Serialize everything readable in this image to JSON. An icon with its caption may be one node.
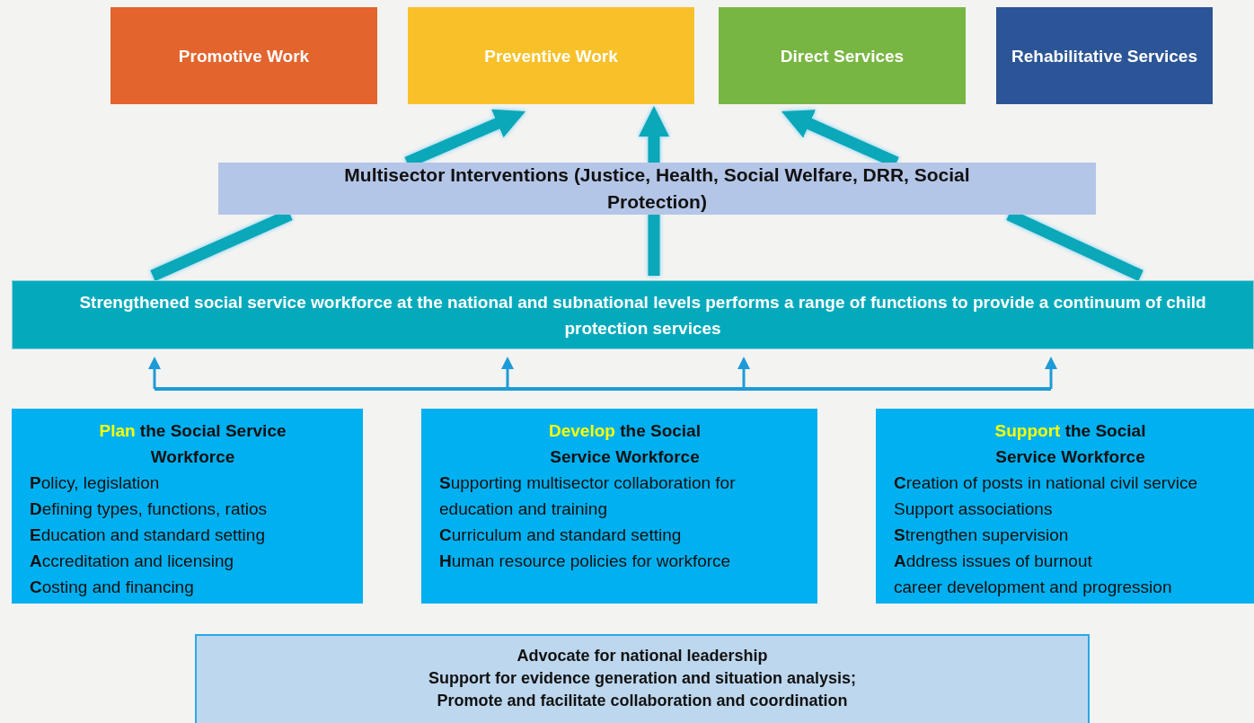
{
  "diagram": {
    "nodes": [
      {
        "text": [
          "Promotive Work"
        ]
      },
      {
        "text": [
          "Preventive Work"
        ]
      },
      {
        "text": [
          "Direct Services"
        ]
      },
      {
        "text": [
          "Rehabilitative Services"
        ]
      },
      {
        "text": [
          "Multisector Interventions (Justice, Health, Social Welfare, DRR, Social Protection)"
        ]
      },
      {
        "text": [
          "Strengthened social service workforce at the national and subnational levels performs a range of functions to provide a continuum of child protection services"
        ]
      },
      {
        "text": [
          "*Plan* the Social Service Workforce",
          "**P**olicy, legislation",
          "**D**efining types, functions, ratios",
          "**E**ducation and standard setting",
          "**A**ccreditation and licensing",
          "**C**osting and financing"
        ]
      },
      {
        "text": [
          "*Develop* the Social Service Workforce",
          "**S**upporting multisector collaboration for education and training",
          "**C**urriculum and standard setting",
          "**H**uman resource policies for workforce"
        ]
      },
      {
        "text": [
          "*Support* the Social Service Workforce",
          "**C**reation of posts in national civil service",
          "Support associations",
          "**S**trengthen supervision",
          "**A**ddress issues of burnout",
          "career development and progression"
        ]
      },
      {
        "text": [
          "Advocate for national leadership",
          "Support for evidence generation and situation analysis;",
          "Promote and facilitate collaboration and coordination"
        ]
      }
    ],
    "edges": [
      {
        "from": 5,
        "to": 4,
        "arrow": "none"
      },
      {
        "from": 5,
        "to": 4,
        "arrow": "none"
      },
      {
        "from": 5,
        "to": 4,
        "arrow": "none"
      },
      {
        "from": 4,
        "to": 1,
        "arrow": "to"
      },
      {
        "from": 4,
        "to": 1,
        "arrow": "to"
      },
      {
        "from": 4,
        "to": 2,
        "arrow": "to"
      },
      {
        "from": null,
        "to": 5,
        "arrow": "to",
        "color": "#1e9bd7"
      },
      {
        "from": null,
        "to": 5,
        "arrow": "to",
        "color": "#1e9bd7"
      },
      {
        "from": null,
        "to": 5,
        "arrow": "to",
        "color": "#1e9bd7"
      },
      {
        "from": null,
        "to": 5,
        "arrow": "to",
        "color": "#1e9bd7"
      }
    ]
  }
}
